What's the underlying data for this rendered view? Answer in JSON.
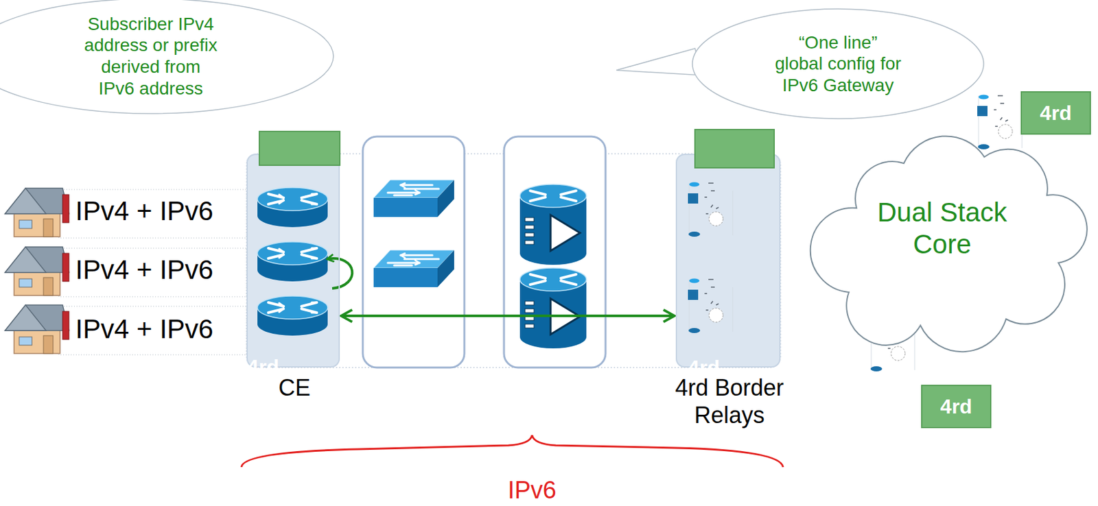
{
  "diagram": {
    "nodes": [
      {
        "text": [
          "Subscriber IPv4 address or prefix derived from IPv6 address"
        ]
      },
      {
        "text": [
          "“One line” global config for IPv6 Gateway"
        ]
      },
      {
        "text": [
          "CE"
        ]
      },
      {
        "text": [
          "4rd"
        ],
        "in": 2
      },
      {
        "text": [
          "4rd Border Relays"
        ]
      },
      {
        "text": [
          "4rd"
        ],
        "in": 4
      },
      {
        "text": [
          "Dual Stack Core"
        ]
      },
      {
        "text": [
          "4rd"
        ]
      },
      {
        "text": [
          "4rd"
        ]
      }
    ],
    "edges": [
      {
        "from": 2,
        "to": 4,
        "arrow": "both"
      }
    ],
    "labels": [
      "IPv4 + IPv6",
      "IPv4 + IPv6",
      "IPv4 + IPv6",
      "IPv6"
    ]
  }
}
